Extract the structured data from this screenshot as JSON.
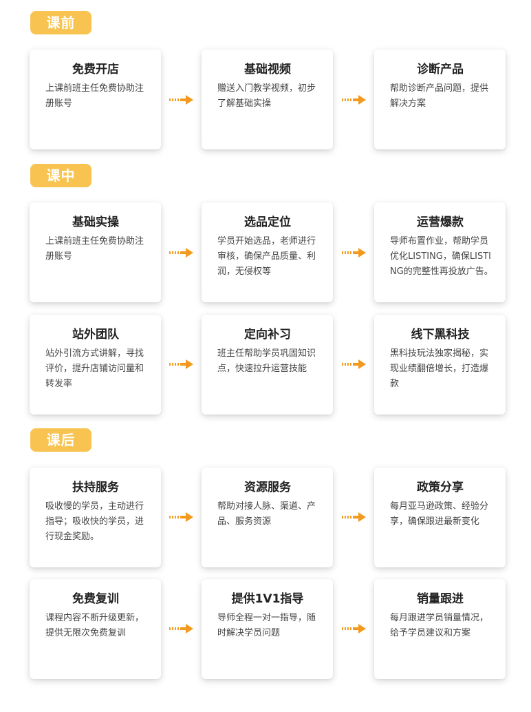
{
  "sections": [
    {
      "label": "课前"
    },
    {
      "label": "课中"
    },
    {
      "label": "课后"
    }
  ],
  "cards": [
    {
      "title": "免费开店",
      "desc": "上课前班主任免费协助注册账号"
    },
    {
      "title": "基础视频",
      "desc": "赠送入门教学视频，初步了解基础实操"
    },
    {
      "title": "诊断产品",
      "desc": "帮助诊断产品问题，提供解决方案"
    },
    {
      "title": "基础实操",
      "desc": "上课前班主任免费协助注册账号"
    },
    {
      "title": "选品定位",
      "desc": "学员开始选品，老师进行审核，确保产品质量、利润，无侵权等"
    },
    {
      "title": "运营爆款",
      "desc": "导师布置作业，帮助学员优化LISTING，确保LISTING的完整性再投放广告。"
    },
    {
      "title": "站外团队",
      "desc": "站外引流方式讲解，寻找评价，提升店铺访问量和转发率"
    },
    {
      "title": "定向补习",
      "desc": "班主任帮助学员巩固知识点，快速拉升运营技能"
    },
    {
      "title": "线下黑科技",
      "desc": "黑科技玩法独家揭秘，实现业绩翻倍增长，打造爆款"
    },
    {
      "title": "扶持服务",
      "desc": "吸收慢的学员，主动进行指导；吸收快的学员，进行现金奖励。"
    },
    {
      "title": "资源服务",
      "desc": "帮助对接人脉、渠道、产品、服务资源"
    },
    {
      "title": "政策分享",
      "desc": "每月亚马逊政策、经验分享，确保跟进最新变化"
    },
    {
      "title": "免费复训",
      "desc": "课程内容不断升级更新，提供无限次免费复训"
    },
    {
      "title": "提供1V1指导",
      "desc": "导师全程一对一指导，随时解决学员问题"
    },
    {
      "title": "销量跟进",
      "desc": "每月跟进学员销量情况，给予学员建议和方案"
    }
  ],
  "colors": {
    "badge": "#f8c350",
    "arrow": "#f39a1e"
  }
}
